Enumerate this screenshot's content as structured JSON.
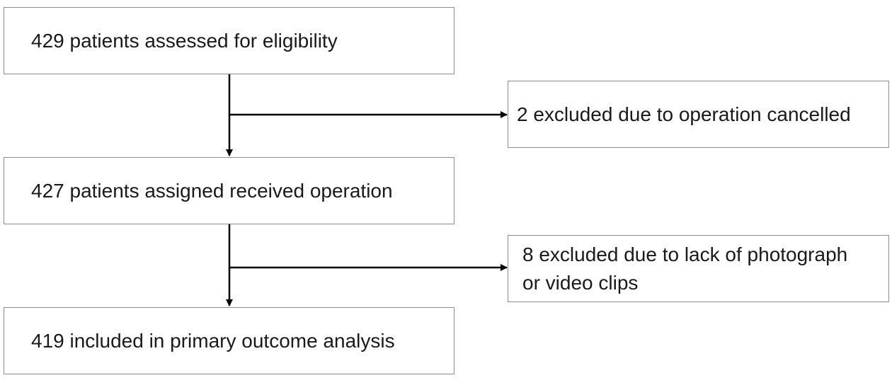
{
  "flowchart": {
    "box_assessed": "429 patients assessed for eligibility",
    "box_excluded_cancelled": "2 excluded due to operation cancelled",
    "box_assigned": "427 patients assigned received operation",
    "box_excluded_media_line1": "8 excluded due to lack of photograph",
    "box_excluded_media_line2": "or video clips",
    "box_included": "419 included in primary outcome analysis"
  },
  "colors": {
    "box_border": "#8c8c8c",
    "arrow": "#000000",
    "text": "#1a1a1a"
  }
}
